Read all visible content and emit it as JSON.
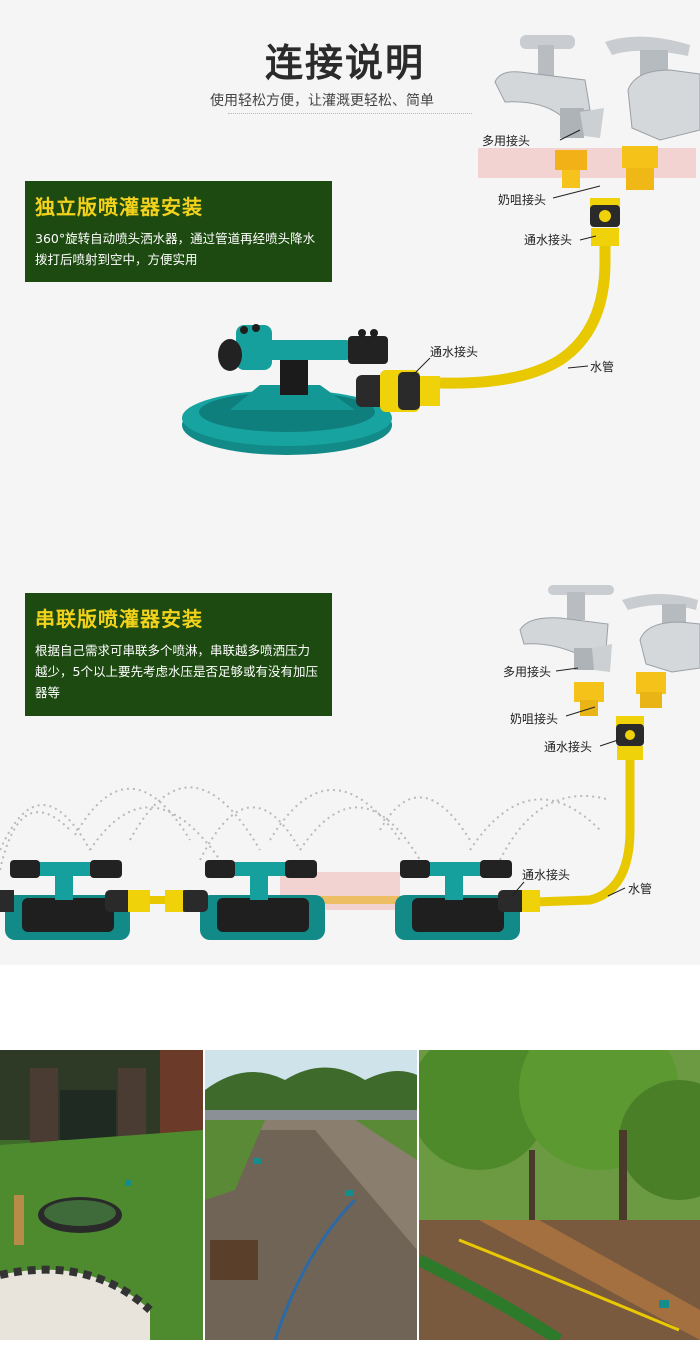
{
  "header": {
    "title": "连接说明",
    "subtitle": "使用轻松方便，让灌溉更轻松、简单"
  },
  "section1": {
    "heading": "独立版喷灌器安装",
    "description": "360°旋转自动喷头洒水器，通过管道再经喷头降水拨打后喷射到空中，方便实用",
    "labels": {
      "multi_connector": "多用接头",
      "nipple_connector": "奶咀接头",
      "water_connector_top": "通水接头",
      "water_connector_mid": "通水接头",
      "hose": "水管"
    }
  },
  "section2": {
    "heading": "串联版喷灌器安装",
    "description": "根据自己需求可串联多个喷淋，串联越多喷洒压力越少，5个以上要先考虑水压是否足够或有没有加压器等",
    "labels": {
      "multi_connector": "多用接头",
      "nipple_connector": "奶咀接头",
      "water_connector_top": "通水接头",
      "water_connector_bottom": "通水接头",
      "hose": "水管"
    }
  },
  "colors": {
    "box_green": "#1d4a10",
    "heading_yellow": "#f2d21a",
    "sprinkler_teal": "#138e8c",
    "hose_yellow": "#f0d20a"
  }
}
